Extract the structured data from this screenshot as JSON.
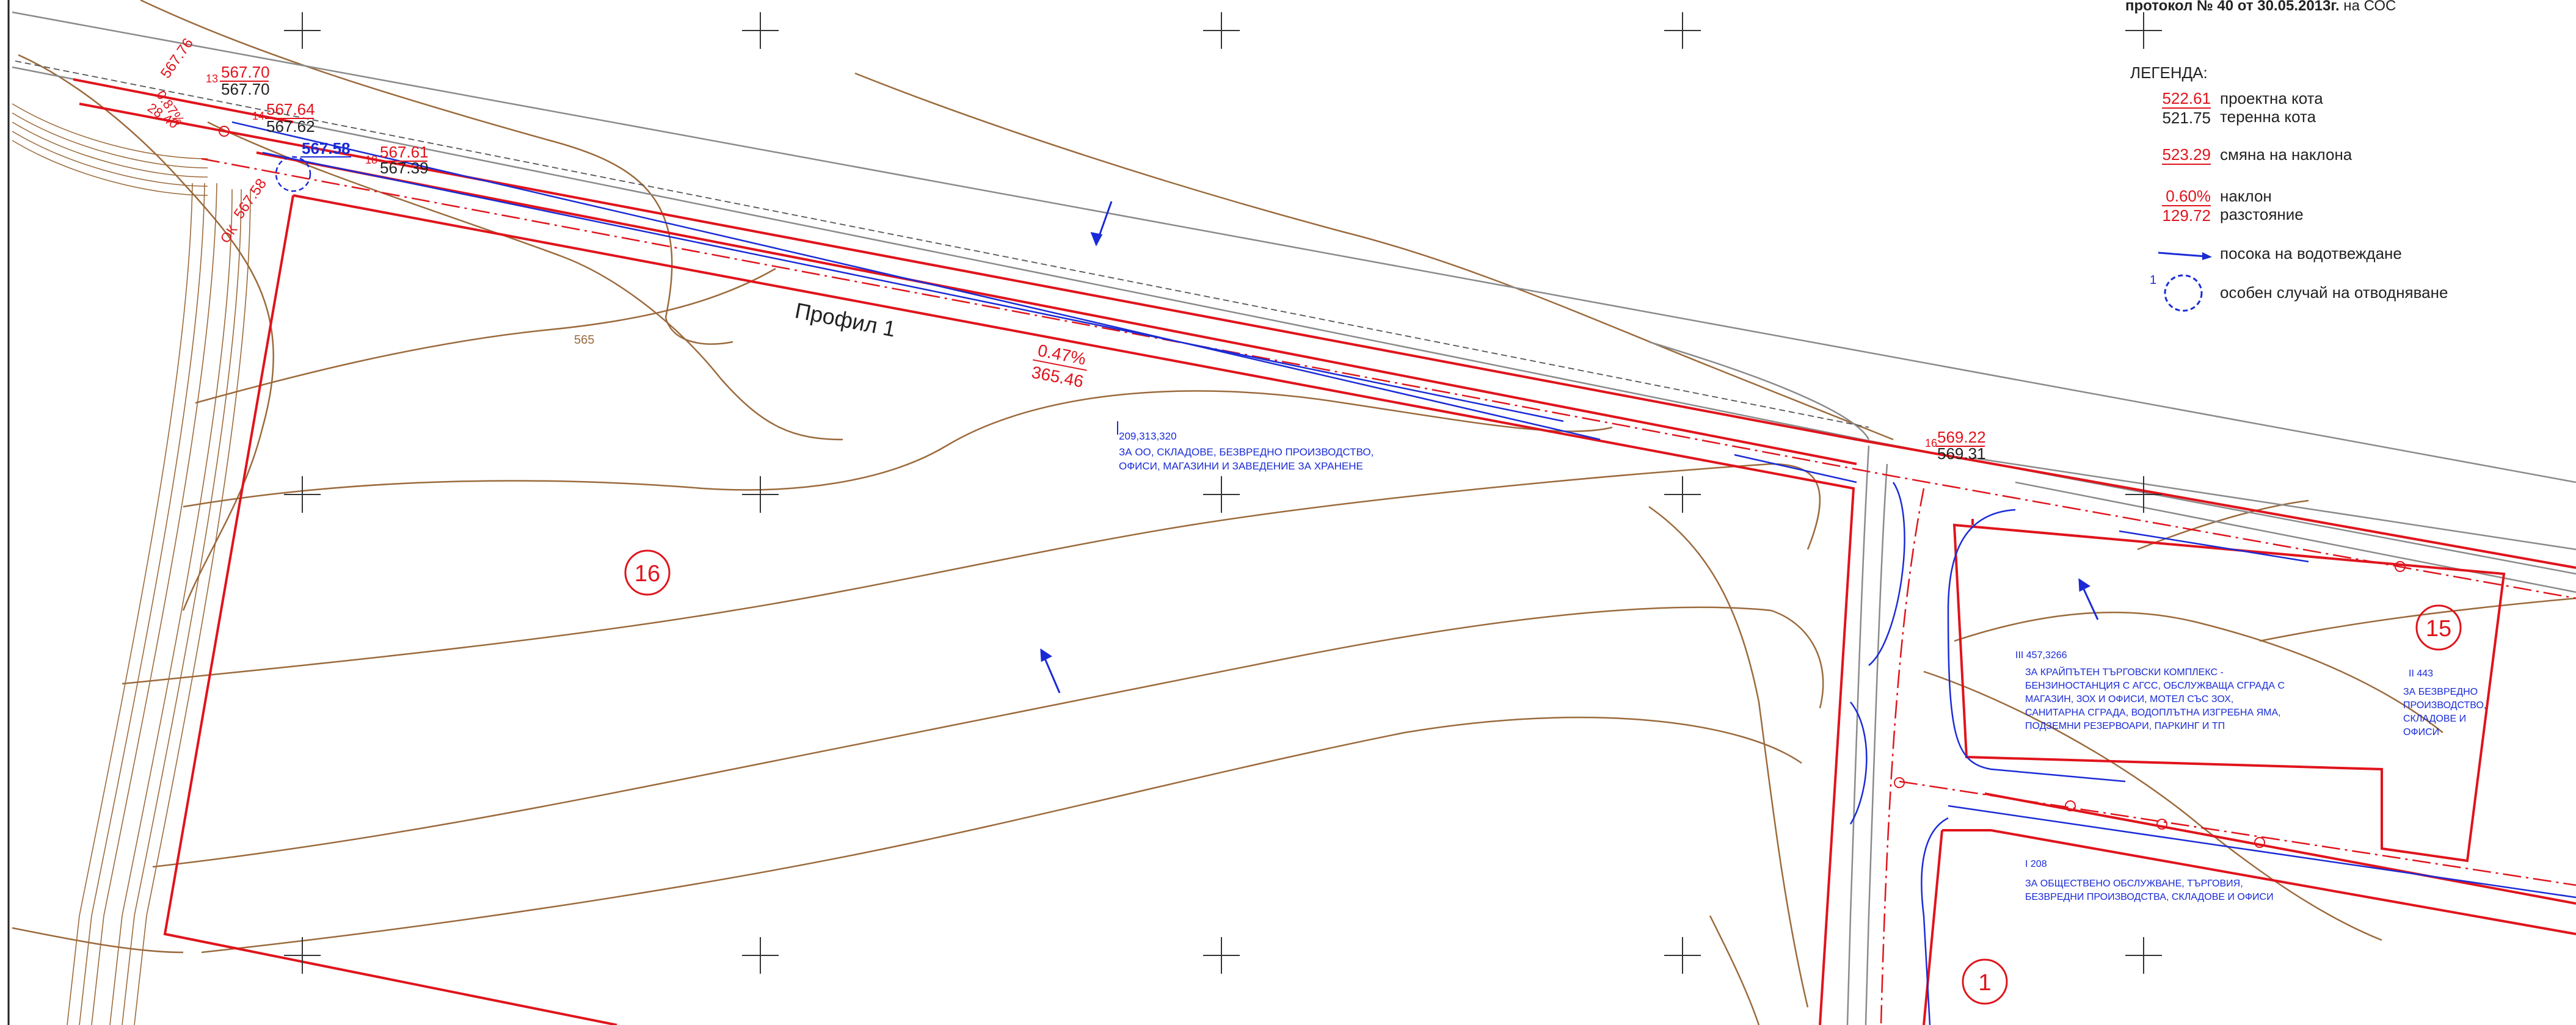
{
  "header": {
    "protocol_bold": "протокол № 40 от 30.05.2013г.",
    "protocol_normal": " на СОС"
  },
  "legend": {
    "title": "ЛЕГЕНДА:",
    "design_level_value": "522.61",
    "design_level_label": "проектна кота",
    "terrain_level_value": "521.75",
    "terrain_level_label": "теренна кота",
    "slope_change_value": "523.29",
    "slope_change_label": "смяна на наклона",
    "slope_value": "0.60%",
    "slope_label": "наклон",
    "distance_value": "129.72",
    "distance_label": "разстояние",
    "drainage_dir_label": "посока на водотвеждане",
    "special_case_number": "1",
    "special_case_label": "особен случай на отводняване"
  },
  "profile_label": "Профил 1",
  "road_slope": {
    "slope": "0.47%",
    "distance": "365.46"
  },
  "elevations": [
    {
      "id": "e1",
      "design": "567.70",
      "terrain": "567.70",
      "no": "13"
    },
    {
      "id": "e2",
      "design": "567.64",
      "terrain": "567.62",
      "no": "14"
    },
    {
      "id": "e3",
      "design": "567.58",
      "terrain": "",
      "no": ""
    },
    {
      "id": "e4",
      "design": "567.61",
      "terrain": "567.39",
      "no": "18"
    },
    {
      "id": "e5",
      "design": "569.22",
      "terrain": "569.31",
      "no": "16"
    }
  ],
  "misc_labels": {
    "diag1": "567.76",
    "diag2": "567.58",
    "diag3": "0.87%",
    "diag4": "28.40",
    "contour1": "565",
    "ok_label": "ОК"
  },
  "plots": [
    {
      "number": "16",
      "code": "209,313,320",
      "text1": "ЗА ОО, СКЛАДОВЕ, БЕЗВРЕДНО ПРОИЗВОДСТВО,",
      "text2": "ОФИСИ, МАГАЗИНИ И ЗАВЕДЕНИЕ ЗА ХРАНЕНЕ"
    },
    {
      "number": "15",
      "code": "III 457,3266",
      "text1": "ЗА КРАЙПЪТЕН ТЪРГОВСКИ КОМПЛЕКС -",
      "text2": "БЕНЗИНОСТАНЦИЯ С АГСС, ОБСЛУЖВАЩА СГРАДА С",
      "text3": "МАГАЗИН, ЗОХ И ОФИСИ, МОТЕЛ СЪС ЗОХ,",
      "text4": "САНИТАРНА СГРАДА, ВОДОПЛЪТНА ИЗГРЕБНА ЯМА,",
      "text5": "ПОДЗЕМНИ РЕЗЕРВОАРИ, ПАРКИНГ И ТП"
    },
    {
      "number": "",
      "code": "II 443",
      "text1": "ЗА БЕЗВРЕДНО",
      "text2": "ПРОИЗВОДСТВО,",
      "text3": "СКЛАДОВЕ И",
      "text4": "ОФИСИ"
    },
    {
      "number": "1",
      "code": "I 208",
      "text1": "ЗА ОБЩЕСТВЕНО ОБСЛУЖВАНЕ, ТЪРГОВИЯ,",
      "text2": "БЕЗВРЕДНИ ПРОИЗВОДСТВА, СКЛАДОВЕ И ОФИСИ"
    }
  ],
  "colors": {
    "red": "#e0141c",
    "blue": "#1a2bd6",
    "brown": "#9b6a3c",
    "grey": "#8a8a8a",
    "black": "#222222"
  }
}
